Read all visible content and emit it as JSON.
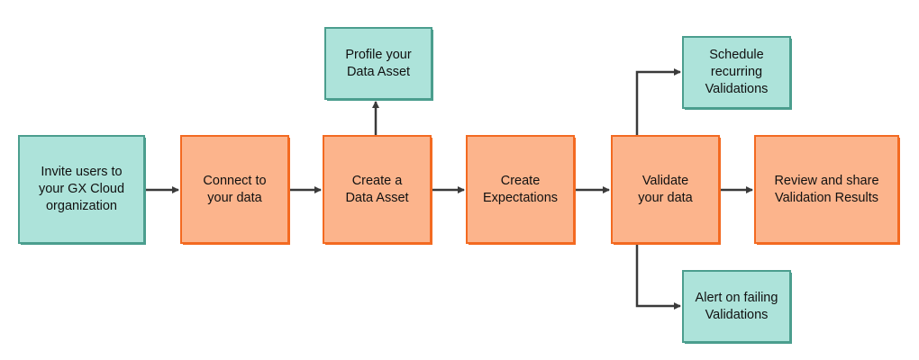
{
  "colors": {
    "teal_fill": "#ADE3DA",
    "teal_stroke": "#4B9E8E",
    "orange_fill": "#FCB48C",
    "orange_stroke": "#F36A21",
    "arrow": "#3A3A3A"
  },
  "nodes": {
    "invite": "Invite users to\nyour GX Cloud\norganization",
    "connect": "Connect to\nyour data",
    "create_asset": "Create a\nData Asset",
    "profile": "Profile your\nData Asset",
    "expectations": "Create\nExpectations",
    "validate": "Validate\nyour data",
    "schedule": "Schedule\nrecurring\nValidations",
    "review": "Review and share\nValidation Results",
    "alert": "Alert on failing\nValidations"
  }
}
